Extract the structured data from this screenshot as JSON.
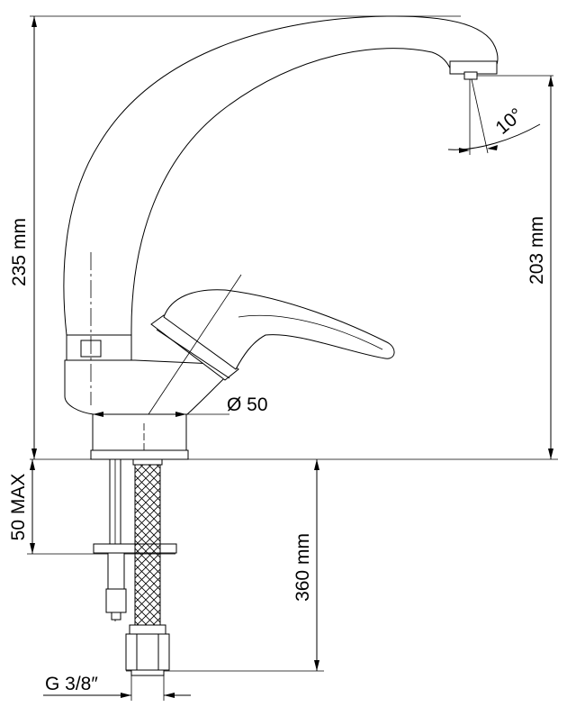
{
  "dimensions": {
    "total_height": "235 mm",
    "spout_height": "203 mm",
    "base_diameter": "Ø 50",
    "max_thickness": "50 MAX",
    "hose_length": "360 mm",
    "thread": "G 3/8″",
    "spout_angle": "10°"
  }
}
